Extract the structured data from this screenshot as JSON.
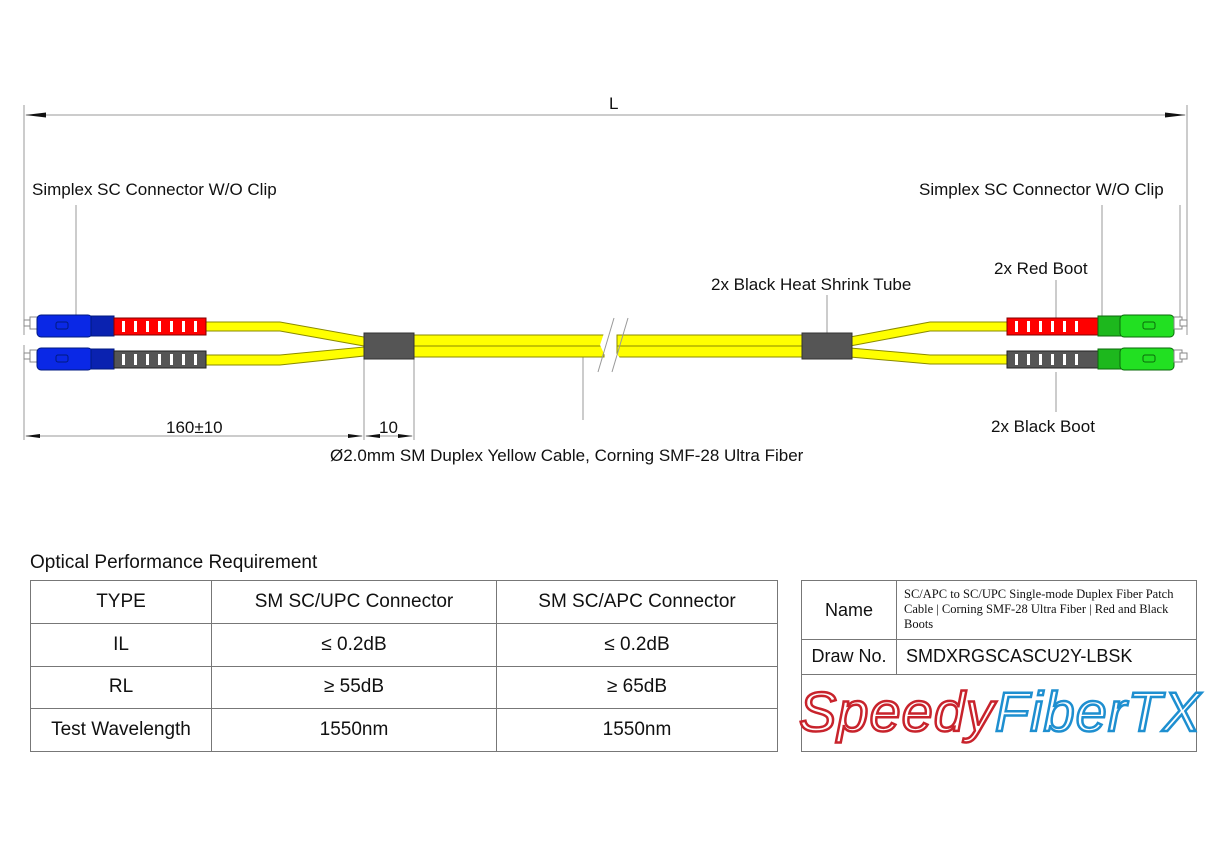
{
  "diagram": {
    "overall_length_label": "L",
    "left_connector_label": "Simplex SC Connector W/O Clip",
    "right_connector_label": "Simplex SC Connector W/O Clip",
    "heat_shrink_label": "2x Black Heat Shrink Tube",
    "red_boot_label": "2x Red Boot",
    "black_boot_label": "2x Black Boot",
    "dim_breakout": "160±10",
    "dim_tube": "10",
    "cable_label": "Ø2.0mm SM Duplex Yellow Cable, Corning SMF-28 Ultra Fiber",
    "colors": {
      "cable": "#ffff00",
      "upc_connector": "#0a28e6",
      "apc_connector": "#22e022",
      "red_boot": "#ff0000",
      "black_boot": "#555555",
      "heat_shrink": "#555555"
    }
  },
  "performance": {
    "title": "Optical Performance Requirement",
    "headers": [
      "TYPE",
      "SM SC/UPC Connector",
      "SM SC/APC Connector"
    ],
    "rows": [
      [
        "IL",
        "≤ 0.2dB",
        "≤ 0.2dB"
      ],
      [
        "RL",
        "≥ 55dB",
        "≥ 65dB"
      ],
      [
        "Test Wavelength",
        "1550nm",
        "1550nm"
      ]
    ]
  },
  "info": {
    "name_label": "Name",
    "name_value": "SC/APC to SC/UPC Single-mode Duplex Fiber Patch Cable | Corning SMF-28 Ultra Fiber | Red and Black Boots",
    "draw_no_label": "Draw No.",
    "draw_no_value": "SMDXRGSCASCU2Y-LBSK",
    "logo_part1": "Speedy",
    "logo_part2": "FiberTX",
    "logo_colors": {
      "part1": "#c8232c",
      "part2": "#1e8fd0"
    }
  }
}
